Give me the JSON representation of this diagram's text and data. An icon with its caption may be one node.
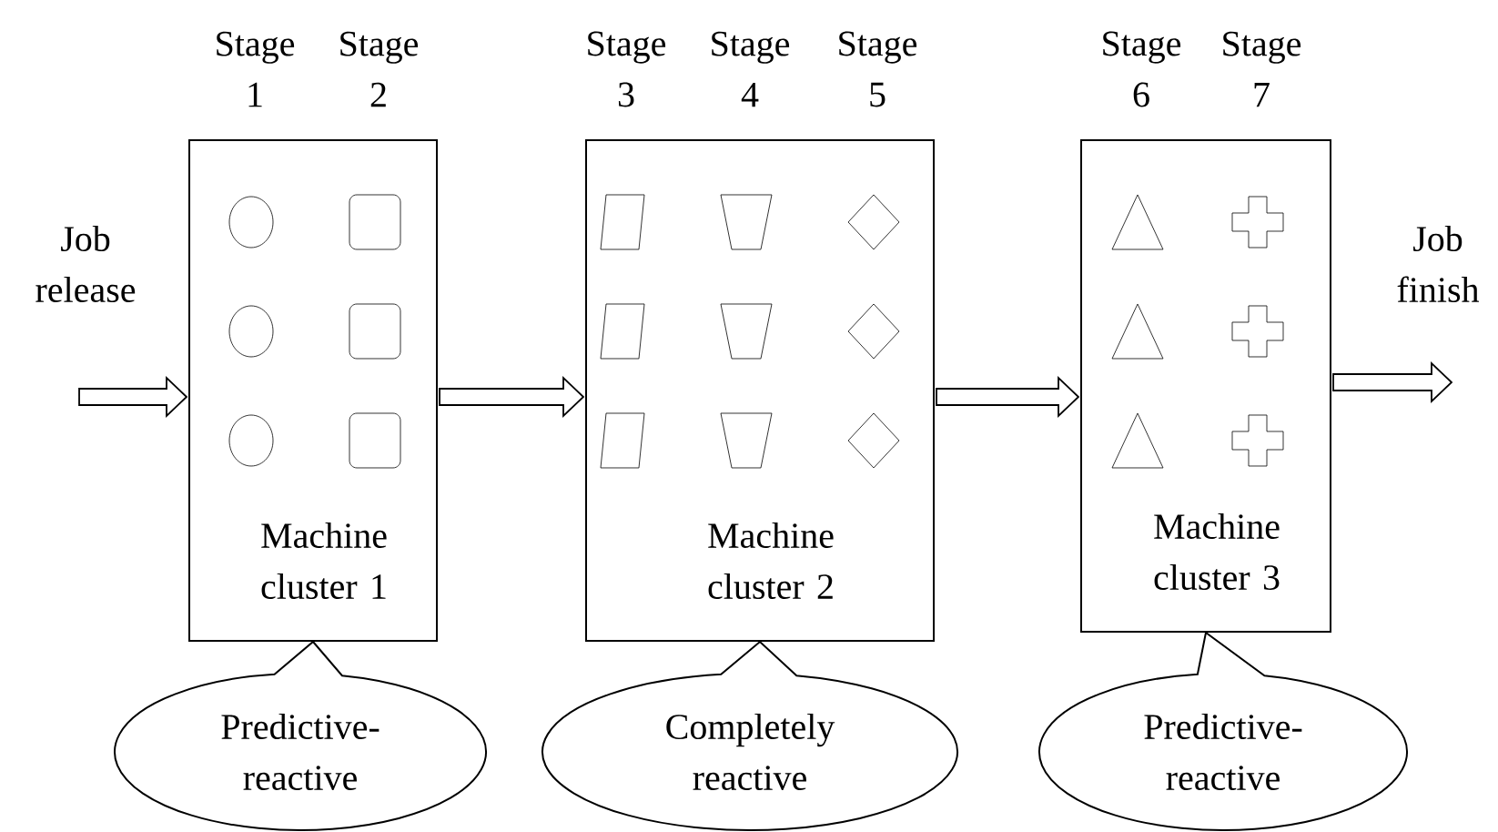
{
  "diagram": {
    "nodes": [
      {
        "text": [
          "Stage 1",
          "Stage 2",
          "Machine cluster 1"
        ]
      },
      {
        "text": [
          "Stage 3",
          "Stage 4",
          "Stage 5",
          "Machine cluster 2"
        ]
      },
      {
        "text": [
          "Stage 6",
          "Stage 7",
          "Machine cluster 3"
        ]
      },
      {
        "text": [
          "Predictive- reactive"
        ]
      },
      {
        "text": [
          "Completely reactive"
        ]
      },
      {
        "text": [
          "Predictive- reactive"
        ]
      }
    ],
    "edges": [
      {
        "from": null,
        "to": 0,
        "arrow": "to"
      },
      {
        "from": 0,
        "to": 1,
        "arrow": "to"
      },
      {
        "from": 1,
        "to": 2,
        "arrow": "to"
      },
      {
        "from": 2,
        "to": null,
        "arrow": "to"
      }
    ],
    "labels": [
      "Job release",
      "Job finish"
    ]
  }
}
